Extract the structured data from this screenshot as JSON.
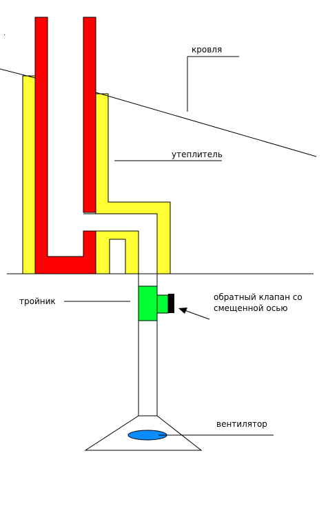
{
  "labels": {
    "roof": "кровля",
    "insulation": "утеплитель",
    "tee": "тройник",
    "valve_line1": "обратный клапан со",
    "valve_line2": "смещенной осью",
    "fan": "вентилятор"
  },
  "colors": {
    "brick": "#ff0000",
    "insulation": "#ffff33",
    "tee": "#00ff33",
    "valve_cap": "#000000",
    "fan": "#0a8cff",
    "line": "#000000",
    "background": "#ffffff"
  }
}
